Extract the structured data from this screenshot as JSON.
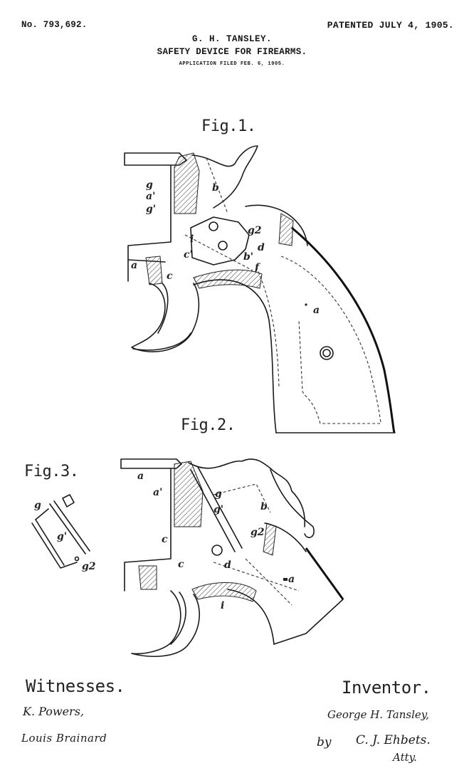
{
  "header": {
    "patent_number": "No. 793,692.",
    "patent_date": "PATENTED JULY 4, 1905.",
    "inventor_name": "G. H. TANSLEY.",
    "title": "SAFETY DEVICE FOR FIREARMS.",
    "application_line": "APPLICATION FILED FEB. 6, 1905."
  },
  "figures": {
    "fig1": {
      "label": "Fig.1.",
      "refs": [
        "g",
        "a'",
        "g'",
        "b",
        "i",
        "c",
        "c'",
        "a",
        "g2",
        "d",
        "b'",
        "f",
        "a"
      ]
    },
    "fig2": {
      "label": "Fig.2.",
      "refs": [
        "a",
        "a'",
        "g",
        "g'",
        "b",
        "g2",
        "c",
        "c",
        "d",
        "a",
        "i"
      ]
    },
    "fig3": {
      "label": "Fig.3.",
      "refs": [
        "g",
        "g'",
        "g2"
      ]
    }
  },
  "signatures": {
    "witnesses_heading": "Witnesses.",
    "witness_1": "K. Powers,",
    "witness_2": "Louis Brainard",
    "inventor_heading": "Inventor.",
    "inventor_signature": "George H. Tansley,",
    "by": "by",
    "attorney_signature": "C. J. Ehbets.",
    "attorney_suffix": "Atty."
  }
}
